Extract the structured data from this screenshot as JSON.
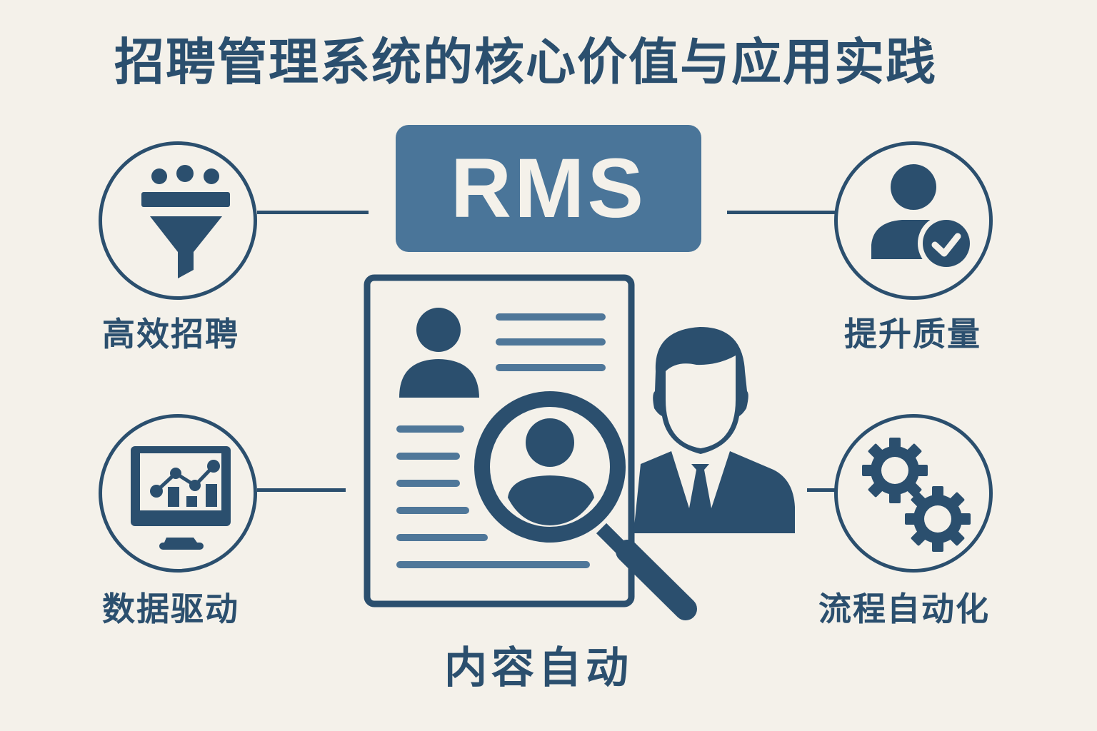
{
  "title": "招聘管理系统的核心价值与应用实践",
  "center": {
    "badge": "RMS",
    "label": "内容自动"
  },
  "features": [
    {
      "id": "efficient",
      "label": "高效招聘",
      "icon": "funnel-icon"
    },
    {
      "id": "quality",
      "label": "提升质量",
      "icon": "user-check-icon"
    },
    {
      "id": "data",
      "label": "数据驱动",
      "icon": "monitor-chart-icon"
    },
    {
      "id": "automation",
      "label": "流程自动化",
      "icon": "gears-icon"
    }
  ],
  "colors": {
    "background": "#f4f1ea",
    "primary": "#2b4f6e",
    "badge": "#4a7599",
    "line_accent": "#4f7799"
  }
}
